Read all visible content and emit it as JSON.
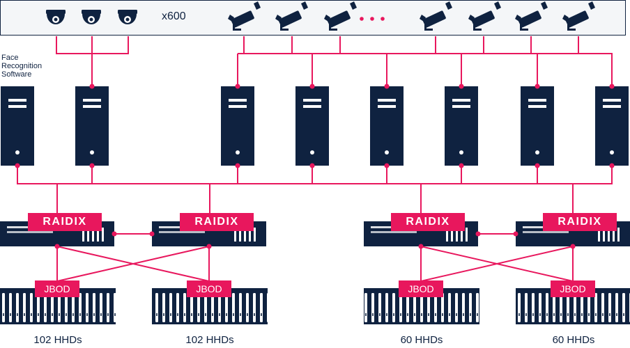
{
  "camera_count": "x600",
  "software_label": "Face\nRecognition\nSoftware",
  "controller_brand": "RAIDIX",
  "jbod_label": "JBOD",
  "storage_groups": [
    {
      "label": "102 HHDs"
    },
    {
      "label": "102 HHDs"
    },
    {
      "label": "60 HHDs"
    },
    {
      "label": "60 HHDs"
    }
  ],
  "colors": {
    "navy": "#0f2240",
    "accent": "#e8175d",
    "frame": "#f4f6f8"
  }
}
